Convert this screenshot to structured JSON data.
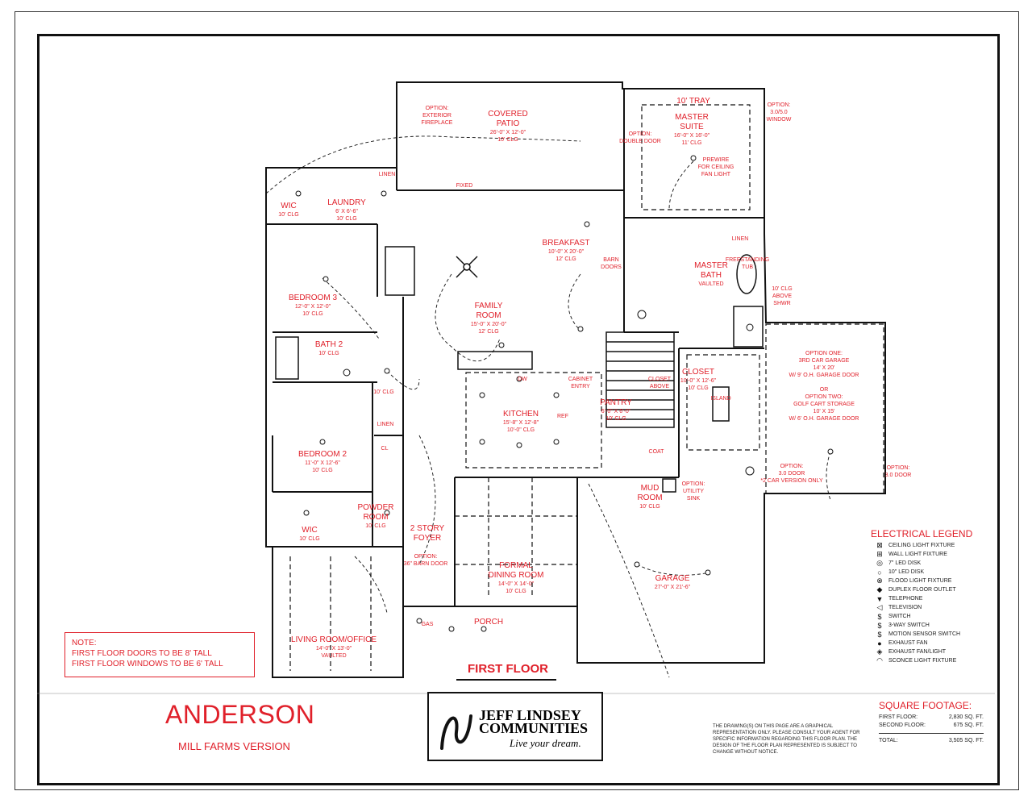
{
  "rooms": [
    {
      "id": "covered-patio",
      "lines": [
        "COVERED",
        "PATIO"
      ],
      "sub": [
        "26'-0\" X 12'-0\"",
        "10' CLG"
      ]
    },
    {
      "id": "master-suite",
      "lines": [
        "MASTER",
        "SUITE"
      ],
      "sub": [
        "16'-0\" X 16'-0\"",
        "11' CLG"
      ]
    },
    {
      "id": "tray",
      "lines": [
        "10' TRAY"
      ],
      "sub": []
    },
    {
      "id": "ext-fireplace",
      "lines": [],
      "sub": [
        "OPTION:",
        "EXTERIOR",
        "FIREPLACE"
      ]
    },
    {
      "id": "double-door",
      "lines": [],
      "sub": [
        "OPTION:",
        "DOUBLE DOOR"
      ]
    },
    {
      "id": "window-opt",
      "lines": [],
      "sub": [
        "OPTION:",
        "3.0/5.0",
        "WINDOW"
      ]
    },
    {
      "id": "prewire",
      "lines": [],
      "sub": [
        "PREWIRE",
        "FOR CEILING",
        "FAN LIGHT"
      ]
    },
    {
      "id": "wic-1",
      "lines": [
        "WIC"
      ],
      "sub": [
        "10' CLG"
      ]
    },
    {
      "id": "laundry",
      "lines": [
        "LAUNDRY"
      ],
      "sub": [
        "6' X 6'-6\"",
        "10' CLG"
      ]
    },
    {
      "id": "linen-1",
      "lines": [],
      "sub": [
        "LINEN"
      ]
    },
    {
      "id": "fixed",
      "lines": [],
      "sub": [
        "FIXED"
      ]
    },
    {
      "id": "breakfast",
      "lines": [
        "BREAKFAST"
      ],
      "sub": [
        "10'-0\" X 20'-0\"",
        "12' CLG"
      ]
    },
    {
      "id": "barn-doors",
      "lines": [],
      "sub": [
        "BARN",
        "DOORS"
      ]
    },
    {
      "id": "master-bath",
      "lines": [
        "MASTER",
        "BATH"
      ],
      "sub": [
        "VAULTED"
      ]
    },
    {
      "id": "linen-2",
      "lines": [],
      "sub": [
        "LINEN"
      ]
    },
    {
      "id": "freestanding-tub",
      "lines": [],
      "sub": [
        "FREESTANDING",
        "TUB"
      ]
    },
    {
      "id": "shwr",
      "lines": [],
      "sub": [
        "10' CLG",
        "ABOVE",
        "SHWR"
      ]
    },
    {
      "id": "bedroom-3",
      "lines": [
        "BEDROOM 3"
      ],
      "sub": [
        "12'-0\" X 12'-0\"",
        "10' CLG"
      ]
    },
    {
      "id": "family-room",
      "lines": [
        "FAMILY",
        "ROOM"
      ],
      "sub": [
        "15'-0\" X 20'-0\"",
        "12' CLG"
      ]
    },
    {
      "id": "bath-2",
      "lines": [
        "BATH 2"
      ],
      "sub": [
        "10' CLG"
      ]
    },
    {
      "id": "hall-clg",
      "lines": [],
      "sub": [
        "10' CLG"
      ]
    },
    {
      "id": "closet",
      "lines": [
        "CLOSET"
      ],
      "sub": [
        "10'-0\" X 12'-6\"",
        "10' CLG"
      ]
    },
    {
      "id": "island",
      "lines": [],
      "sub": [
        "ISLAND"
      ]
    },
    {
      "id": "garage-opt",
      "lines": [],
      "sub": [
        "OPTION ONE:",
        "3RD CAR GARAGE",
        "14' X 20'",
        "W/ 9' O.H. GARAGE DOOR",
        "",
        "OR",
        "OPTION TWO:",
        "GOLF CART STORAGE",
        "10' X 15'",
        "W/ 6' O.H. GARAGE DOOR"
      ]
    },
    {
      "id": "dw",
      "lines": [],
      "sub": [
        "DW"
      ]
    },
    {
      "id": "cab-entry",
      "lines": [],
      "sub": [
        "CABINET",
        "ENTRY"
      ]
    },
    {
      "id": "closet-above",
      "lines": [],
      "sub": [
        "CLOSET",
        "ABOVE"
      ]
    },
    {
      "id": "kitchen",
      "lines": [
        "KITCHEN"
      ],
      "sub": [
        "15'-8\" X 12'-8\"",
        "10'-0\" CLG"
      ]
    },
    {
      "id": "ref",
      "lines": [],
      "sub": [
        "REF"
      ]
    },
    {
      "id": "pantry",
      "lines": [
        "PANTRY"
      ],
      "sub": [
        "6'-0\" X 6'-0\"",
        "10' CLG"
      ]
    },
    {
      "id": "linen-3",
      "lines": [],
      "sub": [
        "LINEN"
      ]
    },
    {
      "id": "bedroom-2",
      "lines": [
        "BEDROOM 2"
      ],
      "sub": [
        "11'-0\" X 12'-6\"",
        "10' CLG"
      ]
    },
    {
      "id": "cl",
      "lines": [],
      "sub": [
        "CL"
      ]
    },
    {
      "id": "coat",
      "lines": [],
      "sub": [
        "COAT"
      ]
    },
    {
      "id": "option-3-door",
      "lines": [],
      "sub": [
        "OPTION:",
        "3.0 DOOR",
        "*2 CAR VERSION ONLY"
      ]
    },
    {
      "id": "option-3-door-2",
      "lines": [],
      "sub": [
        "OPTION:",
        "3.0 DOOR"
      ]
    },
    {
      "id": "wic-2",
      "lines": [
        "WIC"
      ],
      "sub": [
        "10' CLG"
      ]
    },
    {
      "id": "powder-room",
      "lines": [
        "POWDER",
        "ROOM"
      ],
      "sub": [
        "10' CLG"
      ]
    },
    {
      "id": "foyer",
      "lines": [
        "2 STORY",
        "FOYER"
      ],
      "sub": []
    },
    {
      "id": "mud-room",
      "lines": [
        "MUD",
        "ROOM"
      ],
      "sub": [
        "10' CLG"
      ]
    },
    {
      "id": "utility-sink",
      "lines": [],
      "sub": [
        "OPTION:",
        "UTILITY",
        "SINK"
      ]
    },
    {
      "id": "barn-door-opt",
      "lines": [],
      "sub": [
        "OPTION:",
        "36\" BARN DOOR"
      ]
    },
    {
      "id": "formal-dining",
      "lines": [
        "FORMAL",
        "DINING ROOM"
      ],
      "sub": [
        "14'-0\" X 14'-0\"",
        "10' CLG"
      ]
    },
    {
      "id": "garage",
      "lines": [
        "GARAGE"
      ],
      "sub": [
        "27'-0\" X 21'-6\""
      ]
    },
    {
      "id": "gas",
      "lines": [],
      "sub": [
        "GAS"
      ]
    },
    {
      "id": "porch",
      "lines": [
        "PORCH"
      ],
      "sub": []
    },
    {
      "id": "living-office",
      "lines": [
        "LIVING ROOM/OFFICE"
      ],
      "sub": [
        "14'-0\" X 13'-0\"",
        "VAULTED"
      ]
    }
  ],
  "note": {
    "title": "NOTE:",
    "line1": "FIRST FLOOR DOORS TO BE 8' TALL",
    "line2": "FIRST FLOOR WINDOWS TO BE 6' TALL"
  },
  "floor_label": "FIRST FLOOR",
  "model_name": "ANDERSON",
  "version": "MILL FARMS VERSION",
  "logo": {
    "line1": "JEFF LINDSEY",
    "line2": "COMMUNITIES",
    "tagline": "Live your dream."
  },
  "disclaimer": "THE DRAWING(S) ON THIS PAGE ARE A GRAPHICAL REPRESENTATION ONLY. PLEASE CONSULT YOUR AGENT FOR SPECIFIC INFORMATION REGARDING THIS FLOOR PLAN. THE DESIGN OF THE FLOOR PLAN REPRESENTED IS SUBJECT TO CHANGE WITHOUT NOTICE.",
  "square_footage": {
    "title": "SQUARE FOOTAGE:",
    "rows": [
      {
        "label": "FIRST FLOOR:",
        "value": "2,830 SQ. FT."
      },
      {
        "label": "SECOND FLOOR:",
        "value": "675 SQ. FT."
      }
    ],
    "total": {
      "label": "TOTAL:",
      "value": "3,505 SQ. FT."
    }
  },
  "legend": {
    "title": "ELECTRICAL LEGEND",
    "items": [
      {
        "sym": "⊠",
        "label": "CEILING LIGHT FIXTURE"
      },
      {
        "sym": "⊞",
        "label": "WALL LIGHT FIXTURE"
      },
      {
        "sym": "◎",
        "label": "7\" LED DISK"
      },
      {
        "sym": "○",
        "label": "10\" LED DISK"
      },
      {
        "sym": "⊗",
        "label": "FLOOD LIGHT FIXTURE"
      },
      {
        "sym": "◆",
        "label": "DUPLEX FLOOR OUTLET"
      },
      {
        "sym": "▼",
        "label": "TELEPHONE"
      },
      {
        "sym": "◁",
        "label": "TELEVISION"
      },
      {
        "sym": "$",
        "label": "SWITCH"
      },
      {
        "sym": "$",
        "label": "3-WAY SWITCH"
      },
      {
        "sym": "$",
        "label": "MOTION SENSOR SWITCH"
      },
      {
        "sym": "●",
        "label": "EXHAUST FAN"
      },
      {
        "sym": "◈",
        "label": "EXHAUST FAN/LIGHT"
      },
      {
        "sym": "◠",
        "label": "SCONCE LIGHT FIXTURE"
      }
    ]
  },
  "colors": {
    "accent": "#e0202a",
    "line": "#111111"
  }
}
